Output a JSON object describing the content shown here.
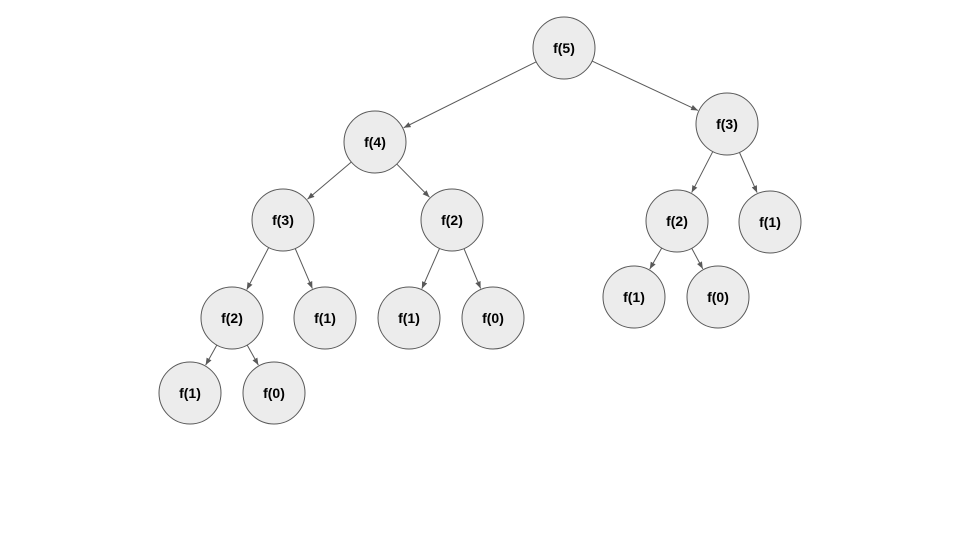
{
  "diagram": {
    "type": "recursion-tree",
    "colors": {
      "node_fill": "#ececec",
      "node_stroke": "#595959",
      "edge": "#595959",
      "text": "#000000"
    },
    "nodes": [
      {
        "id": "n5",
        "label": "f(5)"
      },
      {
        "id": "n4",
        "label": "f(4)"
      },
      {
        "id": "n3r",
        "label": "f(3)"
      },
      {
        "id": "n3l",
        "label": "f(3)"
      },
      {
        "id": "n2a",
        "label": "f(2)"
      },
      {
        "id": "n2c",
        "label": "f(2)"
      },
      {
        "id": "n1r",
        "label": "f(1)"
      },
      {
        "id": "n2b",
        "label": "f(2)"
      },
      {
        "id": "n1a",
        "label": "f(1)"
      },
      {
        "id": "n1b",
        "label": "f(1)"
      },
      {
        "id": "n0a",
        "label": "f(0)"
      },
      {
        "id": "n1c",
        "label": "f(1)"
      },
      {
        "id": "n0c",
        "label": "f(0)"
      },
      {
        "id": "n1d",
        "label": "f(1)"
      },
      {
        "id": "n0b",
        "label": "f(0)"
      }
    ],
    "edges": [
      [
        "n5",
        "n4"
      ],
      [
        "n5",
        "n3r"
      ],
      [
        "n4",
        "n3l"
      ],
      [
        "n4",
        "n2a"
      ],
      [
        "n3r",
        "n2c"
      ],
      [
        "n3r",
        "n1r"
      ],
      [
        "n3l",
        "n2b"
      ],
      [
        "n3l",
        "n1a"
      ],
      [
        "n2a",
        "n1b"
      ],
      [
        "n2a",
        "n0a"
      ],
      [
        "n2c",
        "n1c"
      ],
      [
        "n2c",
        "n0c"
      ],
      [
        "n2b",
        "n1d"
      ],
      [
        "n2b",
        "n0b"
      ]
    ]
  }
}
